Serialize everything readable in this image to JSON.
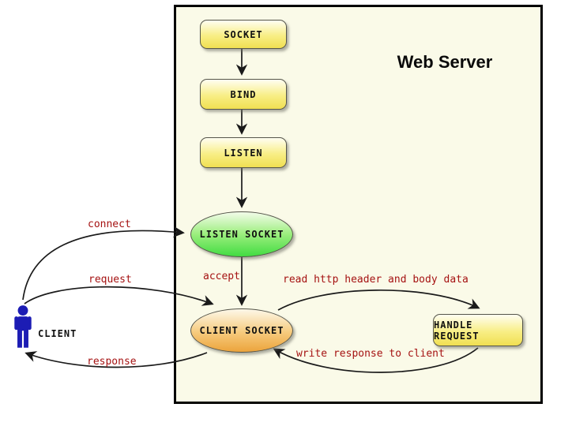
{
  "title": "Web Server",
  "nodes": {
    "socket": {
      "label": "SOCKET"
    },
    "bind": {
      "label": "BIND"
    },
    "listen": {
      "label": "LISTEN"
    },
    "listen_socket": {
      "label": "LISTEN SOCKET"
    },
    "client_socket": {
      "label": "CLIENT SOCKET"
    },
    "handle_request": {
      "label": "HANDLE REQUEST"
    },
    "client": {
      "label": "CLIENT"
    }
  },
  "edge_labels": {
    "connect": "connect",
    "request": "request",
    "response": "response",
    "accept": "accept",
    "read_http": "read http header and body data",
    "write_response": "write response to client"
  },
  "colors": {
    "edge_label_red": "#a51212",
    "server_box_fill": "#fafae8",
    "server_box_border": "#000000",
    "node_yellow": "#f0df52",
    "node_green": "#42dc42",
    "node_orange": "#eca43c",
    "client_figure_blue": "#1c1cb4",
    "arrow_black": "#1a1a1a"
  }
}
